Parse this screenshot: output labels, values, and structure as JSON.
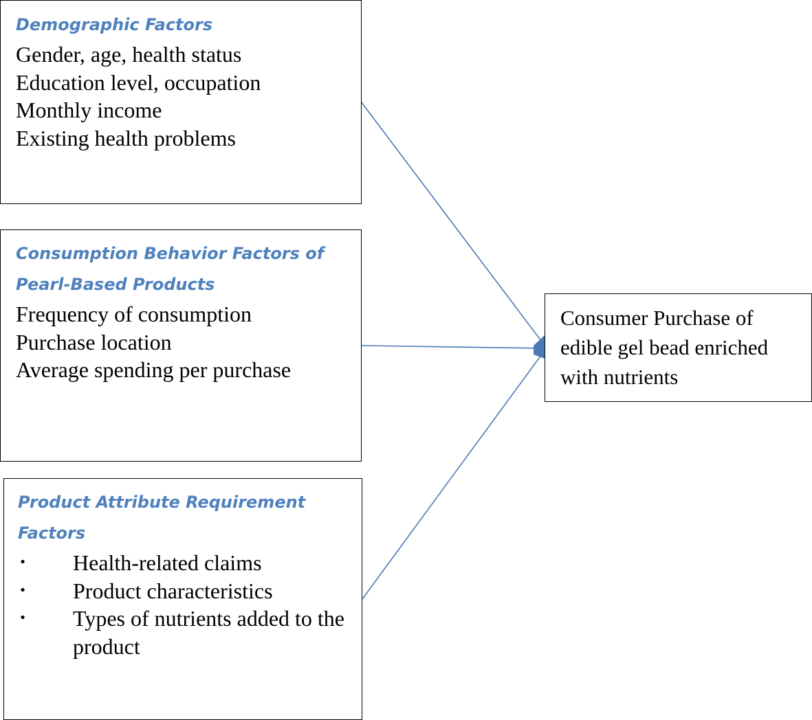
{
  "colors": {
    "heading": "#4f81bd",
    "connector": "#4a79b5",
    "border": "#000000",
    "text": "#000000"
  },
  "demographic": {
    "heading": "Demographic Factors",
    "items": [
      "Gender, age, health status",
      "Education level, occupation",
      "Monthly income",
      "Existing health problems"
    ]
  },
  "consumption": {
    "heading_lines": [
      "Consumption Behavior Factors of",
      "Pearl-Based Products"
    ],
    "items": [
      "Frequency of consumption",
      "Purchase location",
      "Average spending per purchase"
    ]
  },
  "product": {
    "heading_lines": [
      "Product Attribute Requirement",
      "Factors"
    ],
    "bullets": [
      {
        "glyph": "•",
        "text": "Health-related claims"
      },
      {
        "glyph": "•",
        "text": "Product characteristics"
      },
      {
        "glyph": "•",
        "text": "Types of nutrients added to the product"
      }
    ]
  },
  "outcome": {
    "lines": [
      "Consumer Purchase of",
      "edible gel bead enriched",
      "with nutrients"
    ]
  },
  "connectors": [
    {
      "from": "demographic",
      "to": "outcome",
      "arrowhead": "filled-arrow"
    },
    {
      "from": "consumption",
      "to": "outcome",
      "arrowhead": "filled-arrow"
    },
    {
      "from": "product",
      "to": "outcome",
      "arrowhead": "filled-arrow"
    }
  ]
}
